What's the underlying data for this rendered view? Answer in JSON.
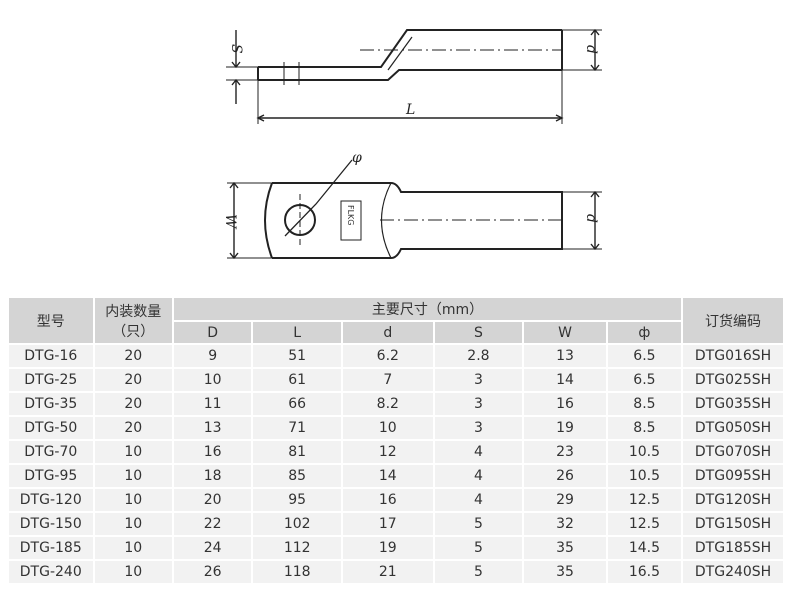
{
  "drawing": {
    "label_s": "S",
    "label_l": "L",
    "label_d_side": "d",
    "label_phi": "φ",
    "label_w": "W",
    "label_d_top": "d",
    "logo_text": "FLKG"
  },
  "table": {
    "headers": {
      "model": "型号",
      "qty_line1": "内装数量",
      "qty_line2": "（只）",
      "dims": "主要尺寸（mm）",
      "order_code": "订货编码",
      "sub": [
        "D",
        "L",
        "d",
        "S",
        "W",
        "ф"
      ]
    },
    "rows": [
      {
        "model": "DTG-16",
        "qty": "20",
        "D": "9",
        "L": "51",
        "d": "6.2",
        "S": "2.8",
        "W": "13",
        "phi": "6.5",
        "code": "DTG016SH"
      },
      {
        "model": "DTG-25",
        "qty": "20",
        "D": "10",
        "L": "61",
        "d": "7",
        "S": "3",
        "W": "14",
        "phi": "6.5",
        "code": "DTG025SH"
      },
      {
        "model": "DTG-35",
        "qty": "20",
        "D": "11",
        "L": "66",
        "d": "8.2",
        "S": "3",
        "W": "16",
        "phi": "8.5",
        "code": "DTG035SH"
      },
      {
        "model": "DTG-50",
        "qty": "20",
        "D": "13",
        "L": "71",
        "d": "10",
        "S": "3",
        "W": "19",
        "phi": "8.5",
        "code": "DTG050SH"
      },
      {
        "model": "DTG-70",
        "qty": "10",
        "D": "16",
        "L": "81",
        "d": "12",
        "S": "4",
        "W": "23",
        "phi": "10.5",
        "code": "DTG070SH"
      },
      {
        "model": "DTG-95",
        "qty": "10",
        "D": "18",
        "L": "85",
        "d": "14",
        "S": "4",
        "W": "26",
        "phi": "10.5",
        "code": "DTG095SH"
      },
      {
        "model": "DTG-120",
        "qty": "10",
        "D": "20",
        "L": "95",
        "d": "16",
        "S": "4",
        "W": "29",
        "phi": "12.5",
        "code": "DTG120SH"
      },
      {
        "model": "DTG-150",
        "qty": "10",
        "D": "22",
        "L": "102",
        "d": "17",
        "S": "5",
        "W": "32",
        "phi": "12.5",
        "code": "DTG150SH"
      },
      {
        "model": "DTG-185",
        "qty": "10",
        "D": "24",
        "L": "112",
        "d": "19",
        "S": "5",
        "W": "35",
        "phi": "14.5",
        "code": "DTG185SH"
      },
      {
        "model": "DTG-240",
        "qty": "10",
        "D": "26",
        "L": "118",
        "d": "21",
        "S": "5",
        "W": "35",
        "phi": "16.5",
        "code": "DTG240SH"
      }
    ]
  }
}
